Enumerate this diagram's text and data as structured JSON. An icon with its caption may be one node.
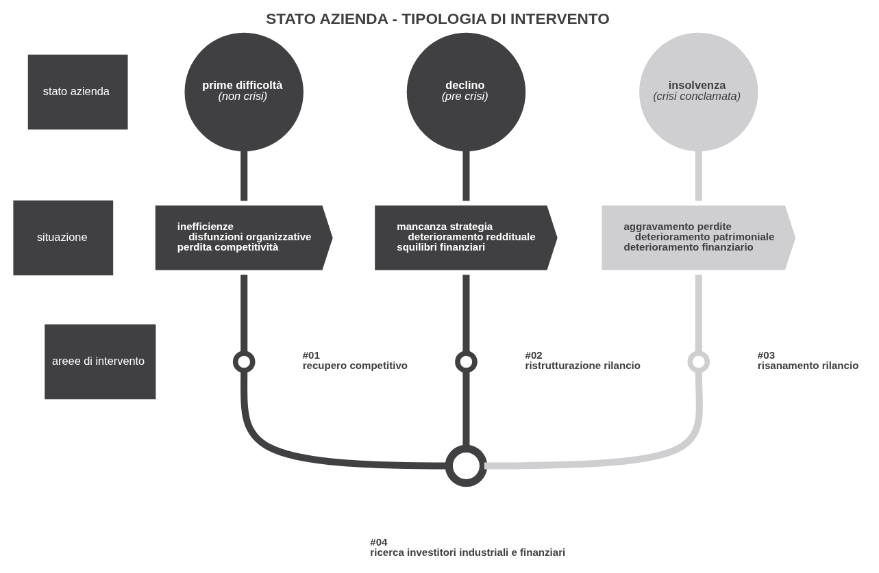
{
  "diagram": {
    "title": "STATO AZIENDA - TIPOLOGIA DI INTERVENTO",
    "nodes": [
      {
        "text": [
          "stato azienda"
        ]
      },
      {
        "text": [
          "situazione"
        ]
      },
      {
        "text": [
          "areee di intervento"
        ]
      },
      {
        "text": [
          "prime difficoltà",
          "(non crisi)"
        ]
      },
      {
        "text": [
          "declino",
          "(pre crisi)"
        ]
      },
      {
        "text": [
          "insolvenza",
          "(crisi conclamata)"
        ]
      },
      {
        "text": [
          "inefficienze",
          "disfunzioni organizzative",
          "perdita competitività"
        ]
      },
      {
        "text": [
          "mancanza strategia",
          "deterioramento reddituale",
          "squilibri finanziari"
        ]
      },
      {
        "text": [
          "aggravamento perdite",
          "deterioramento patrimoniale",
          "deterioramento finanziario"
        ]
      },
      {
        "text": [],
        "shape": "circle",
        "beside": [
          "#01",
          "recupero competitivo"
        ]
      },
      {
        "text": [],
        "shape": "circle",
        "beside": [
          "#02",
          "ristrutturazione rilancio"
        ]
      },
      {
        "text": [],
        "shape": "circle",
        "beside": [
          "#03",
          "risanamento rilancio"
        ]
      },
      {
        "text": [],
        "shape": "circle",
        "beside": [
          "#04",
          "ricerca investitori industriali e finanziari"
        ]
      }
    ],
    "edges": [
      {
        "from": 3,
        "to": 6,
        "arrow": "none"
      },
      {
        "from": 6,
        "to": 9,
        "arrow": "none"
      },
      {
        "from": 9,
        "to": 12,
        "arrow": "none"
      },
      {
        "from": 4,
        "to": 7,
        "arrow": "none"
      },
      {
        "from": 7,
        "to": 10,
        "arrow": "none"
      },
      {
        "from": 10,
        "to": 12,
        "arrow": "none"
      },
      {
        "from": 5,
        "to": 8,
        "arrow": "none",
        "color": "#cfcfd1"
      },
      {
        "from": 8,
        "to": 11,
        "arrow": "none",
        "color": "#cfcfd1"
      },
      {
        "from": 11,
        "to": 12,
        "arrow": "none",
        "color": "#cfcfd1"
      }
    ]
  }
}
